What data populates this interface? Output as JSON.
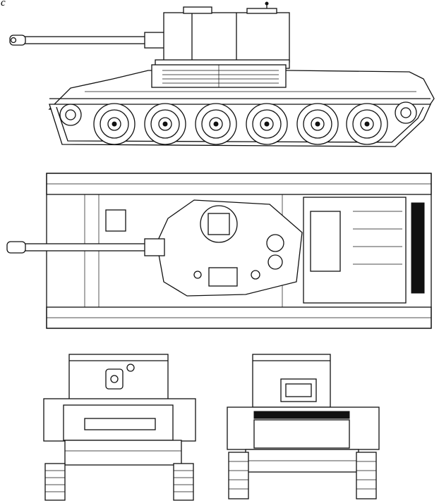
{
  "drawing": {
    "corner_label": "c",
    "views": [
      "side-view",
      "top-view",
      "front-view",
      "rear-view"
    ],
    "colors": {
      "ink": "#111111",
      "paper": "#ffffff"
    },
    "road_wheels_per_side": 6
  }
}
